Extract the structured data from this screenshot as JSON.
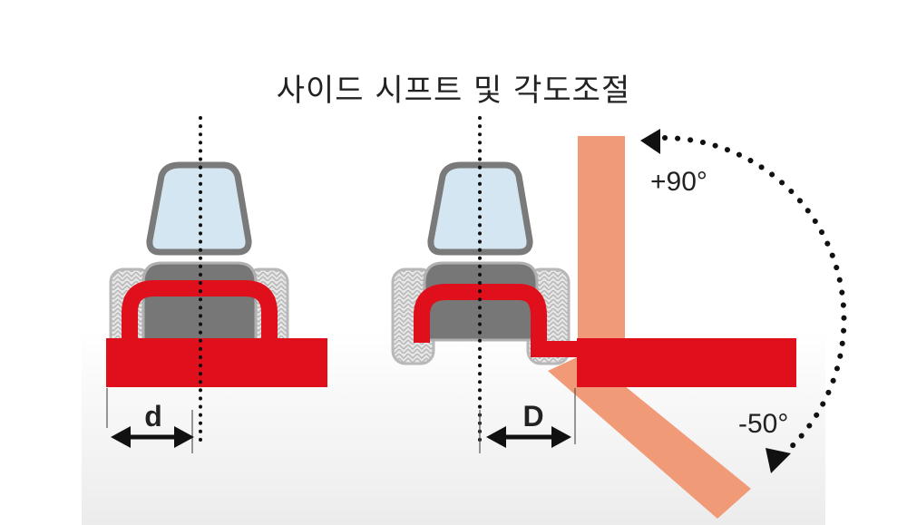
{
  "title": "사이드 시프트 및 각도조절",
  "labels": {
    "d": "d",
    "D": "D",
    "angle_pos": "+90°",
    "angle_neg": "-50°"
  },
  "colors": {
    "mower_red": "#e00f1c",
    "rotated_mower": "#f19a78",
    "cab_glass": "#d3e6f1",
    "cab_frame": "#7a7a7a",
    "body_gray": "#777777",
    "tire_gray": "#d6d6d6",
    "text": "#222222"
  }
}
